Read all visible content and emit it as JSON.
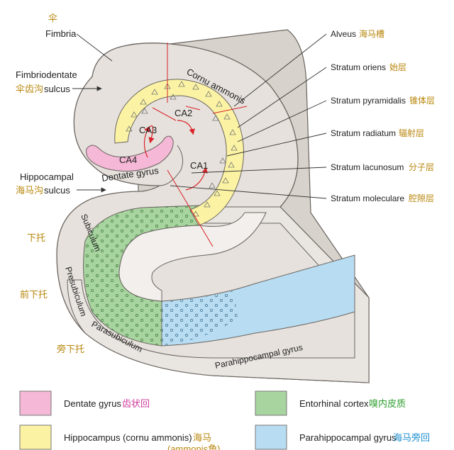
{
  "labels": {
    "fimbria_zh": "伞",
    "fimbria": "Fimbria",
    "fimbriodentate": "Fimbriodentate",
    "fimbriodentate_zh": "伞齿沟",
    "sulcus1": "sulcus",
    "hippocampal": "Hippocampal",
    "hippocampal_zh": "海马沟",
    "sulcus2": "sulcus",
    "subiculum_zh": "下托",
    "presubiculum_zh": "前下托",
    "parasubiculum_zh": "旁下托",
    "alveus": "Alveus",
    "alveus_zh": "海马槽",
    "oriens": "Stratum oriens",
    "oriens_zh": "始层",
    "pyramidalis": "Stratum pyramidalis",
    "pyramidalis_zh": "锥体层",
    "radiatum": "Stratum radiatum",
    "radiatum_zh": "辐射层",
    "lacunosum": "Stratum lacunosum",
    "lacunosum_zh": "分子层",
    "moleculare": "Stratum moleculare",
    "moleculare_zh": "腔隙层",
    "cornu_ammonis": "Cornu ammonis",
    "ca1": "CA1",
    "ca2": "CA2",
    "ca3": "CA3",
    "ca4": "CA4",
    "dentate_gyrus": "Dentate gyrus",
    "subiculum": "Subiculum",
    "presubiculum": "Presubiculum",
    "parasubiculum": "Parasubiculum",
    "parahippocampal_gyrus": "Parahippocampal gyrus"
  },
  "legend": [
    {
      "label": "Dentate gyrus",
      "zh": "齿状回",
      "color": "#f5b8d6"
    },
    {
      "label": "Entorhinal cortex",
      "zh": "嗅内皮质",
      "color": "#a8d4a0"
    },
    {
      "label": "Hippocampus (cornu ammonis)",
      "zh": "海马",
      "zh2": "(ammonis角)",
      "color": "#fbf3a3"
    },
    {
      "label": "Parahippocampal gyrus",
      "zh": "海马旁回",
      "color": "#b8dcf2"
    }
  ],
  "colors": {
    "tissue": "#e6e1dc",
    "tissue_dark": "#cfc9c3",
    "outline": "#6b6560",
    "dentate": "#f5b8d6",
    "hippocampus": "#fbf3a3",
    "entorhinal": "#a8d4a0",
    "parahippocampal": "#b8dcf2",
    "red": "#d8242a"
  }
}
